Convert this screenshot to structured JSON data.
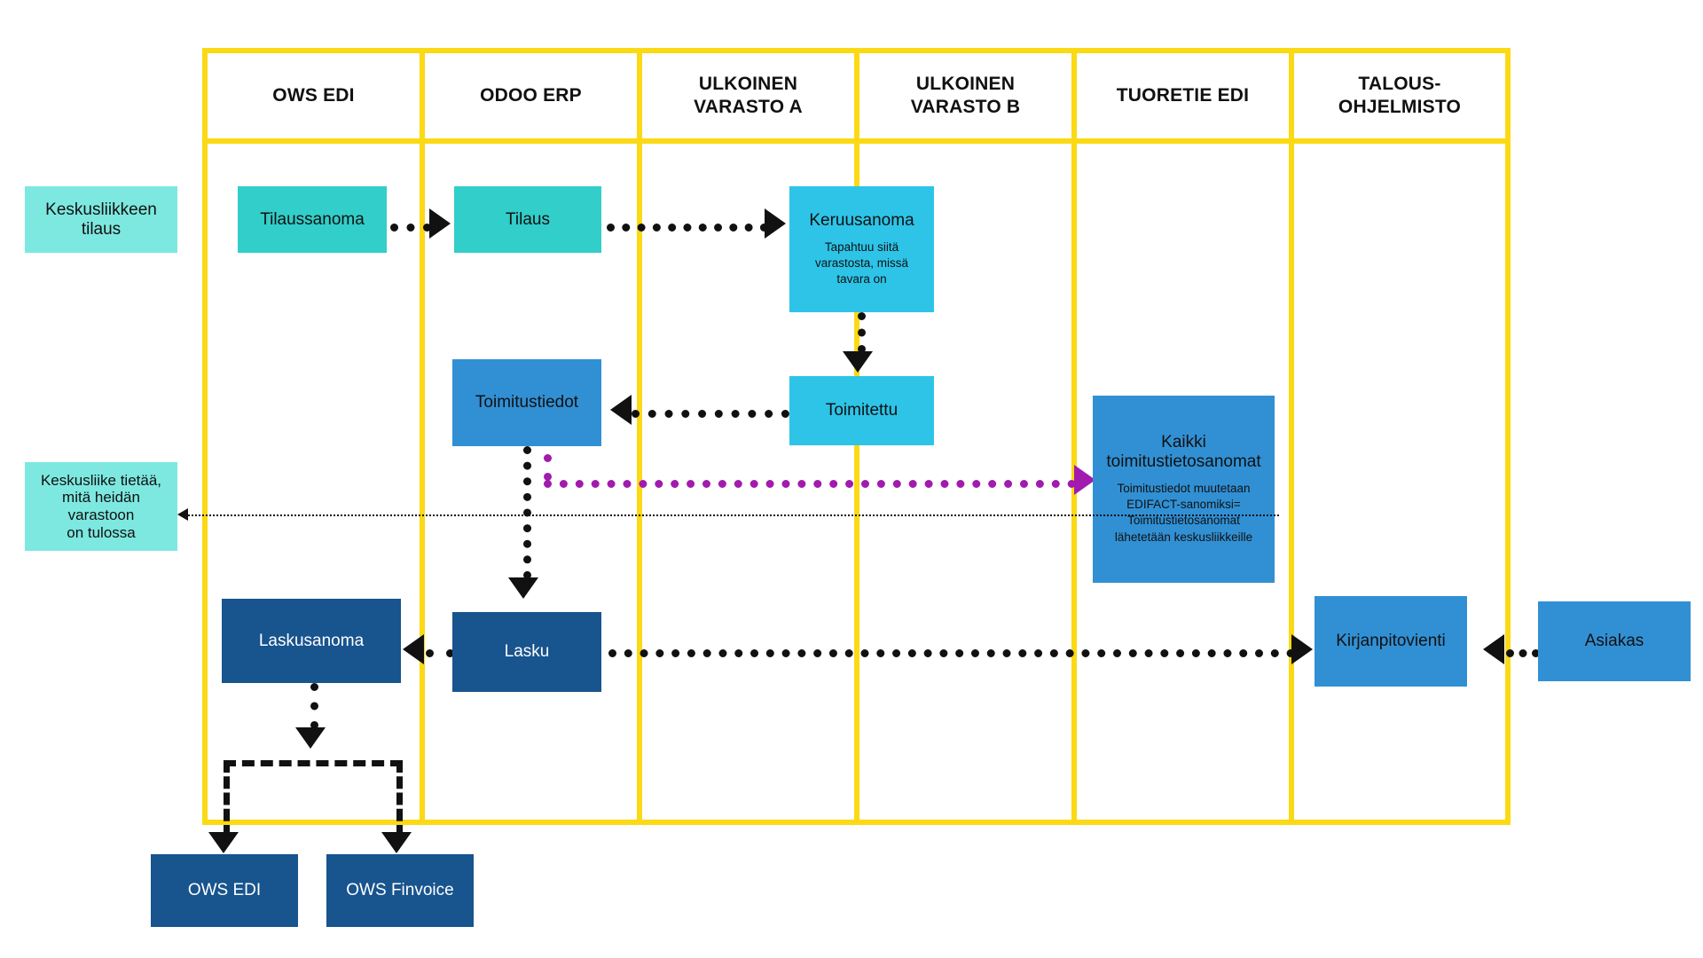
{
  "diagram": {
    "title": "Tilaus-toimitus-laskutus prosessikaavio",
    "colors": {
      "lane_border": "#FBD914",
      "teal_light": "#7DE8E0",
      "teal": "#32CEC9",
      "cyan": "#2DC4E8",
      "blue": "#3190D4",
      "navy": "#18548E",
      "purple": "#A01BAE",
      "arrow": "#111111"
    }
  },
  "lanes": [
    {
      "id": "ows-edi",
      "label": "OWS EDI"
    },
    {
      "id": "odoo-erp",
      "label": "ODOO ERP"
    },
    {
      "id": "ulkoinen-a",
      "label": "ULKOINEN\nVARASTO A",
      "line1": "ULKOINEN",
      "line2": "VARASTO A"
    },
    {
      "id": "ulkoinen-b",
      "label": "ULKOINEN\nVARASTO B",
      "line1": "ULKOINEN",
      "line2": "VARASTO B"
    },
    {
      "id": "tuoretie-edi",
      "label": "TUORETIE EDI"
    },
    {
      "id": "talous",
      "label": "TALOUS-\nOHJELMISTO",
      "line1": "TALOUS-",
      "line2": "OHJELMISTO"
    }
  ],
  "annotations": [
    {
      "id": "keskusliikkeen-tilaus",
      "line1": "Keskusliikkeen",
      "line2": "tilaus"
    },
    {
      "id": "keskusliike-tietaa",
      "line1": "Keskusliike tietää,",
      "line2": "mitä heidän",
      "line3": "varastoon",
      "line4": "on tulossa"
    }
  ],
  "nodes": [
    {
      "id": "tilaussanoma",
      "title": "Tilaussanoma",
      "sub": ""
    },
    {
      "id": "tilaus",
      "title": "Tilaus",
      "sub": ""
    },
    {
      "id": "keruusanoma",
      "title": "Keruusanoma",
      "sub": "Tapahtuu siitä varastosta, missä tavara on"
    },
    {
      "id": "toimitettu",
      "title": "Toimitettu",
      "sub": ""
    },
    {
      "id": "toimitustiedot",
      "title": "Toimitustiedot",
      "sub": ""
    },
    {
      "id": "kaikki-toimitustietosanomat",
      "title": "Kaikki toimitustietosanomat",
      "sub": "Toimitustiedot muutetaan EDIFACT-sanomiksi= Toimitustietosanomat lähetetään keskusliikkeille"
    },
    {
      "id": "laskusanoma",
      "title": "Laskusanoma",
      "sub": ""
    },
    {
      "id": "lasku",
      "title": "Lasku",
      "sub": ""
    },
    {
      "id": "kirjanpitovienti",
      "title": "Kirjanpitovienti",
      "sub": ""
    },
    {
      "id": "asiakas",
      "title": "Asiakas",
      "sub": ""
    },
    {
      "id": "ows-edi-out",
      "title": "OWS EDI",
      "sub": ""
    },
    {
      "id": "ows-finvoice",
      "title": "OWS Finvoice",
      "sub": ""
    }
  ],
  "keruusanoma_sub_lines": [
    "Tapahtuu siitä",
    "varastosta, missä",
    "tavara on"
  ],
  "tuoretie_sub_lines": [
    "Toimitustiedot muutetaan",
    "EDIFACT-sanomiksi=",
    "Toimitustietosanomat",
    "lähetetään keskusliikkeille"
  ],
  "tuoretie_title_lines": [
    "Kaikki",
    "toimitustietosanomat"
  ],
  "flows": [
    {
      "id": "tilaussanoma-to-tilaus",
      "from": "tilaussanoma",
      "to": "tilaus",
      "style": "dotted-black"
    },
    {
      "id": "tilaus-to-keruusanoma",
      "from": "tilaus",
      "to": "keruusanoma",
      "style": "dotted-black"
    },
    {
      "id": "keruusanoma-to-toimitettu",
      "from": "keruusanoma",
      "to": "toimitettu",
      "style": "dotted-black"
    },
    {
      "id": "toimitettu-to-toimitustiedot",
      "from": "toimitettu",
      "to": "toimitustiedot",
      "style": "dotted-black"
    },
    {
      "id": "toimitustiedot-to-tuoretie",
      "from": "toimitustiedot",
      "to": "kaikki-toimitustietosanomat",
      "style": "dotted-purple"
    },
    {
      "id": "toimitustiedot-to-lasku",
      "from": "toimitustiedot",
      "to": "lasku",
      "style": "dotted-black"
    },
    {
      "id": "tuoretie-to-keskusliike",
      "from": "kaikki-toimitustietosanomat",
      "to": "keskusliike-tietaa",
      "style": "thin-dotted-black"
    },
    {
      "id": "lasku-to-laskusanoma",
      "from": "lasku",
      "to": "laskusanoma",
      "style": "dotted-black"
    },
    {
      "id": "lasku-to-kirjanpitovienti",
      "from": "lasku",
      "to": "kirjanpitovienti",
      "style": "dotted-black"
    },
    {
      "id": "asiakas-to-kirjanpitovienti",
      "from": "asiakas",
      "to": "kirjanpitovienti",
      "style": "dotted-black"
    },
    {
      "id": "laskusanoma-to-ows-edi",
      "from": "laskusanoma",
      "to": "ows-edi-out",
      "style": "dashed-black"
    },
    {
      "id": "laskusanoma-to-ows-finvoice",
      "from": "laskusanoma",
      "to": "ows-finvoice",
      "style": "dashed-black"
    }
  ]
}
